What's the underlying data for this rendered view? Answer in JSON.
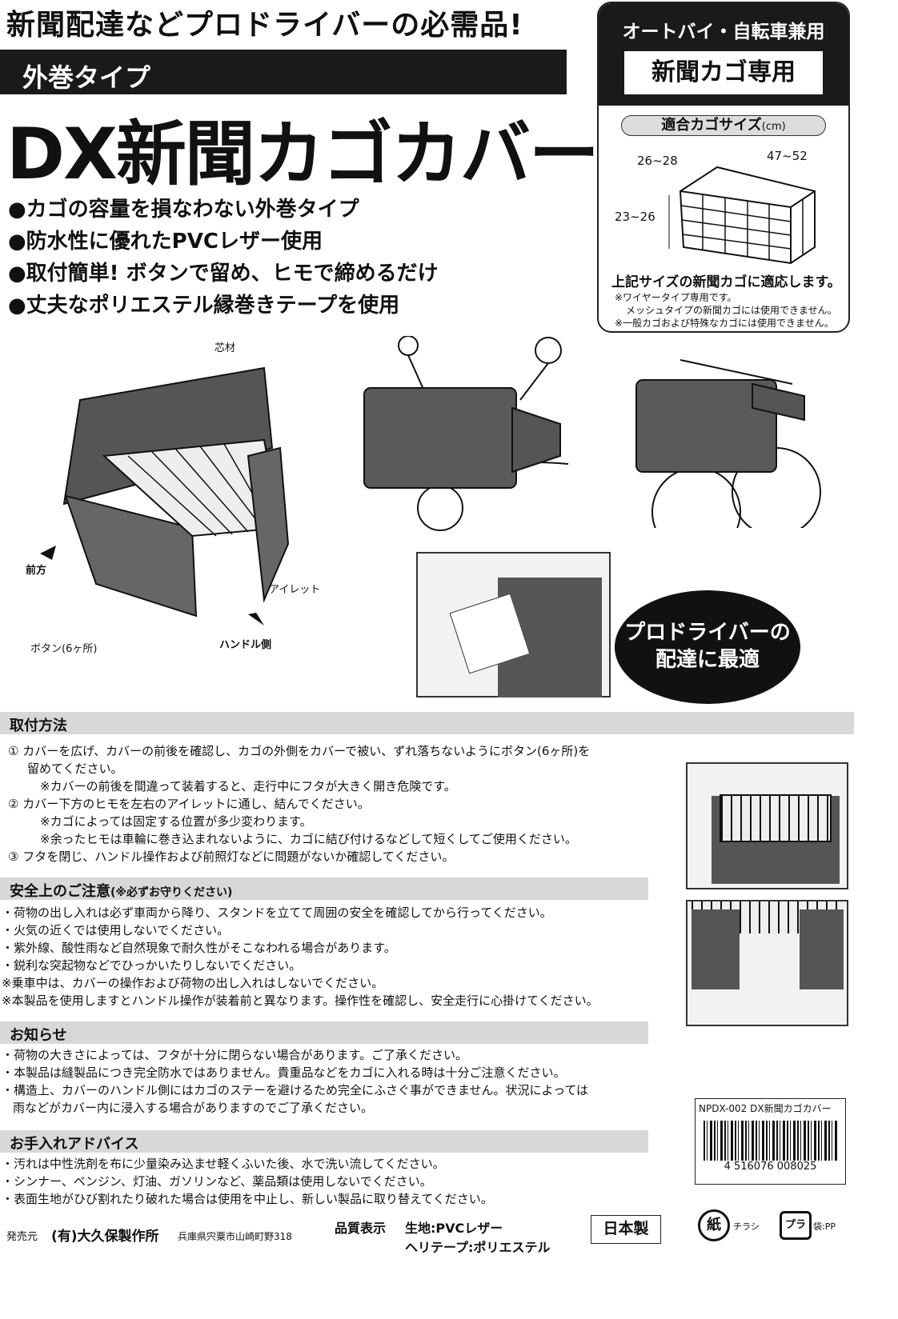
{
  "headline": "新聞配達などプロドライバーの必需品!",
  "type_label": "外巻タイプ",
  "product_title": "DX新聞カゴカバー",
  "features": [
    "●カゴの容量を損なわない外巻タイプ",
    "●防水性に優れたPVCレザー使用",
    "●取付簡単! ボタンで留め、ヒモで締めるだけ",
    "●丈夫なポリエステル縁巻きテープを使用"
  ],
  "spec_box": {
    "use": "オートバイ・自転車兼用",
    "dedicated": "新聞カゴ専用",
    "size_title": "適合カゴサイズ",
    "size_unit": "(cm)",
    "depth": "26~28",
    "width": "47~52",
    "height": "23~26",
    "fit_note": "上記サイズの新聞カゴに適応します。",
    "notes": [
      "※ワイヤータイプ専用です。",
      "メッシュタイプの新聞カゴには使用できません。",
      "※一般カゴおよび特殊なカゴには使用できません。"
    ]
  },
  "diagram_labels": {
    "core": "芯材",
    "front": "前方",
    "eyelet": "アイレット",
    "button": "ボタン(6ヶ所)",
    "handle": "ハンドル側"
  },
  "badge": [
    "プロドライバーの",
    "配達に最適"
  ],
  "install": {
    "title": "取付方法",
    "lines": [
      "① カバーを広げ、カバーの前後を確認し、カゴの外側をカバーで被い、ずれ落ちないようにボタン(6ヶ所)を",
      "留めてください。",
      "※カバーの前後を間違って装着すると、走行中にフタが大きく開き危険です。",
      "② カバー下方のヒモを左右のアイレットに通し、結んでください。",
      "※カゴによっては固定する位置が多少変わります。",
      "※余ったヒモは車輪に巻き込まれないように、カゴに結び付けるなどして短くしてご使用ください。",
      "③ フタを閉じ、ハンドル操作および前照灯などに問題がないか確認してください。"
    ]
  },
  "safety": {
    "title": "安全上のご注意",
    "subtitle": "(※必ずお守りください)",
    "lines": [
      "・荷物の出し入れは必ず車両から降り、スタンドを立てて周囲の安全を確認してから行ってください。",
      "・火気の近くでは使用しないでください。",
      "・紫外線、酸性雨など自然現象で耐久性がそこなわれる場合があります。",
      "・鋭利な突起物などでひっかいたりしないでください。",
      "※乗車中は、カバーの操作および荷物の出し入れはしないでください。",
      "※本製品を使用しますとハンドル操作が装着前と異なります。操作性を確認し、安全走行に心掛けてください。"
    ]
  },
  "notice": {
    "title": "お知らせ",
    "lines": [
      "・荷物の大きさによっては、フタが十分に閉らない場合があります。ご了承ください。",
      "・本製品は縫製品につき完全防水ではありません。貴重品などをカゴに入れる時は十分ご注意ください。",
      "・構造上、カバーのハンドル側にはカゴのステーを避けるため完全にふさぐ事ができません。状況によっては",
      "雨などがカバー内に浸入する場合がありますのでご了承ください。"
    ]
  },
  "care": {
    "title": "お手入れアドバイス",
    "lines": [
      "・汚れは中性洗剤を布に少量染み込ませ軽くふいた後、水で洗い流してください。",
      "・シンナー、ベンジン、灯油、ガソリンなど、薬品類は使用しないでください。",
      "・表面生地がひび割れたり破れた場合は使用を中止し、新しい製品に取り替えてください。"
    ]
  },
  "barcode": {
    "product_code": "NPDX-002 DX新聞カゴカバー",
    "number": "4 516076 008025"
  },
  "footer": {
    "seller_label": "発売元",
    "company": "(有)大久保製作所",
    "address": "兵庫県宍粟市山崎町野318",
    "quality_label": "品質表示",
    "fabric": "生地:PVCレザー",
    "tape": "ヘリテープ:ポリエステル",
    "origin": "日本製",
    "recycle_paper": "紙",
    "paper_note": "チラシ",
    "recycle_plastic": "プラ",
    "plastic_note": "袋:PP"
  }
}
